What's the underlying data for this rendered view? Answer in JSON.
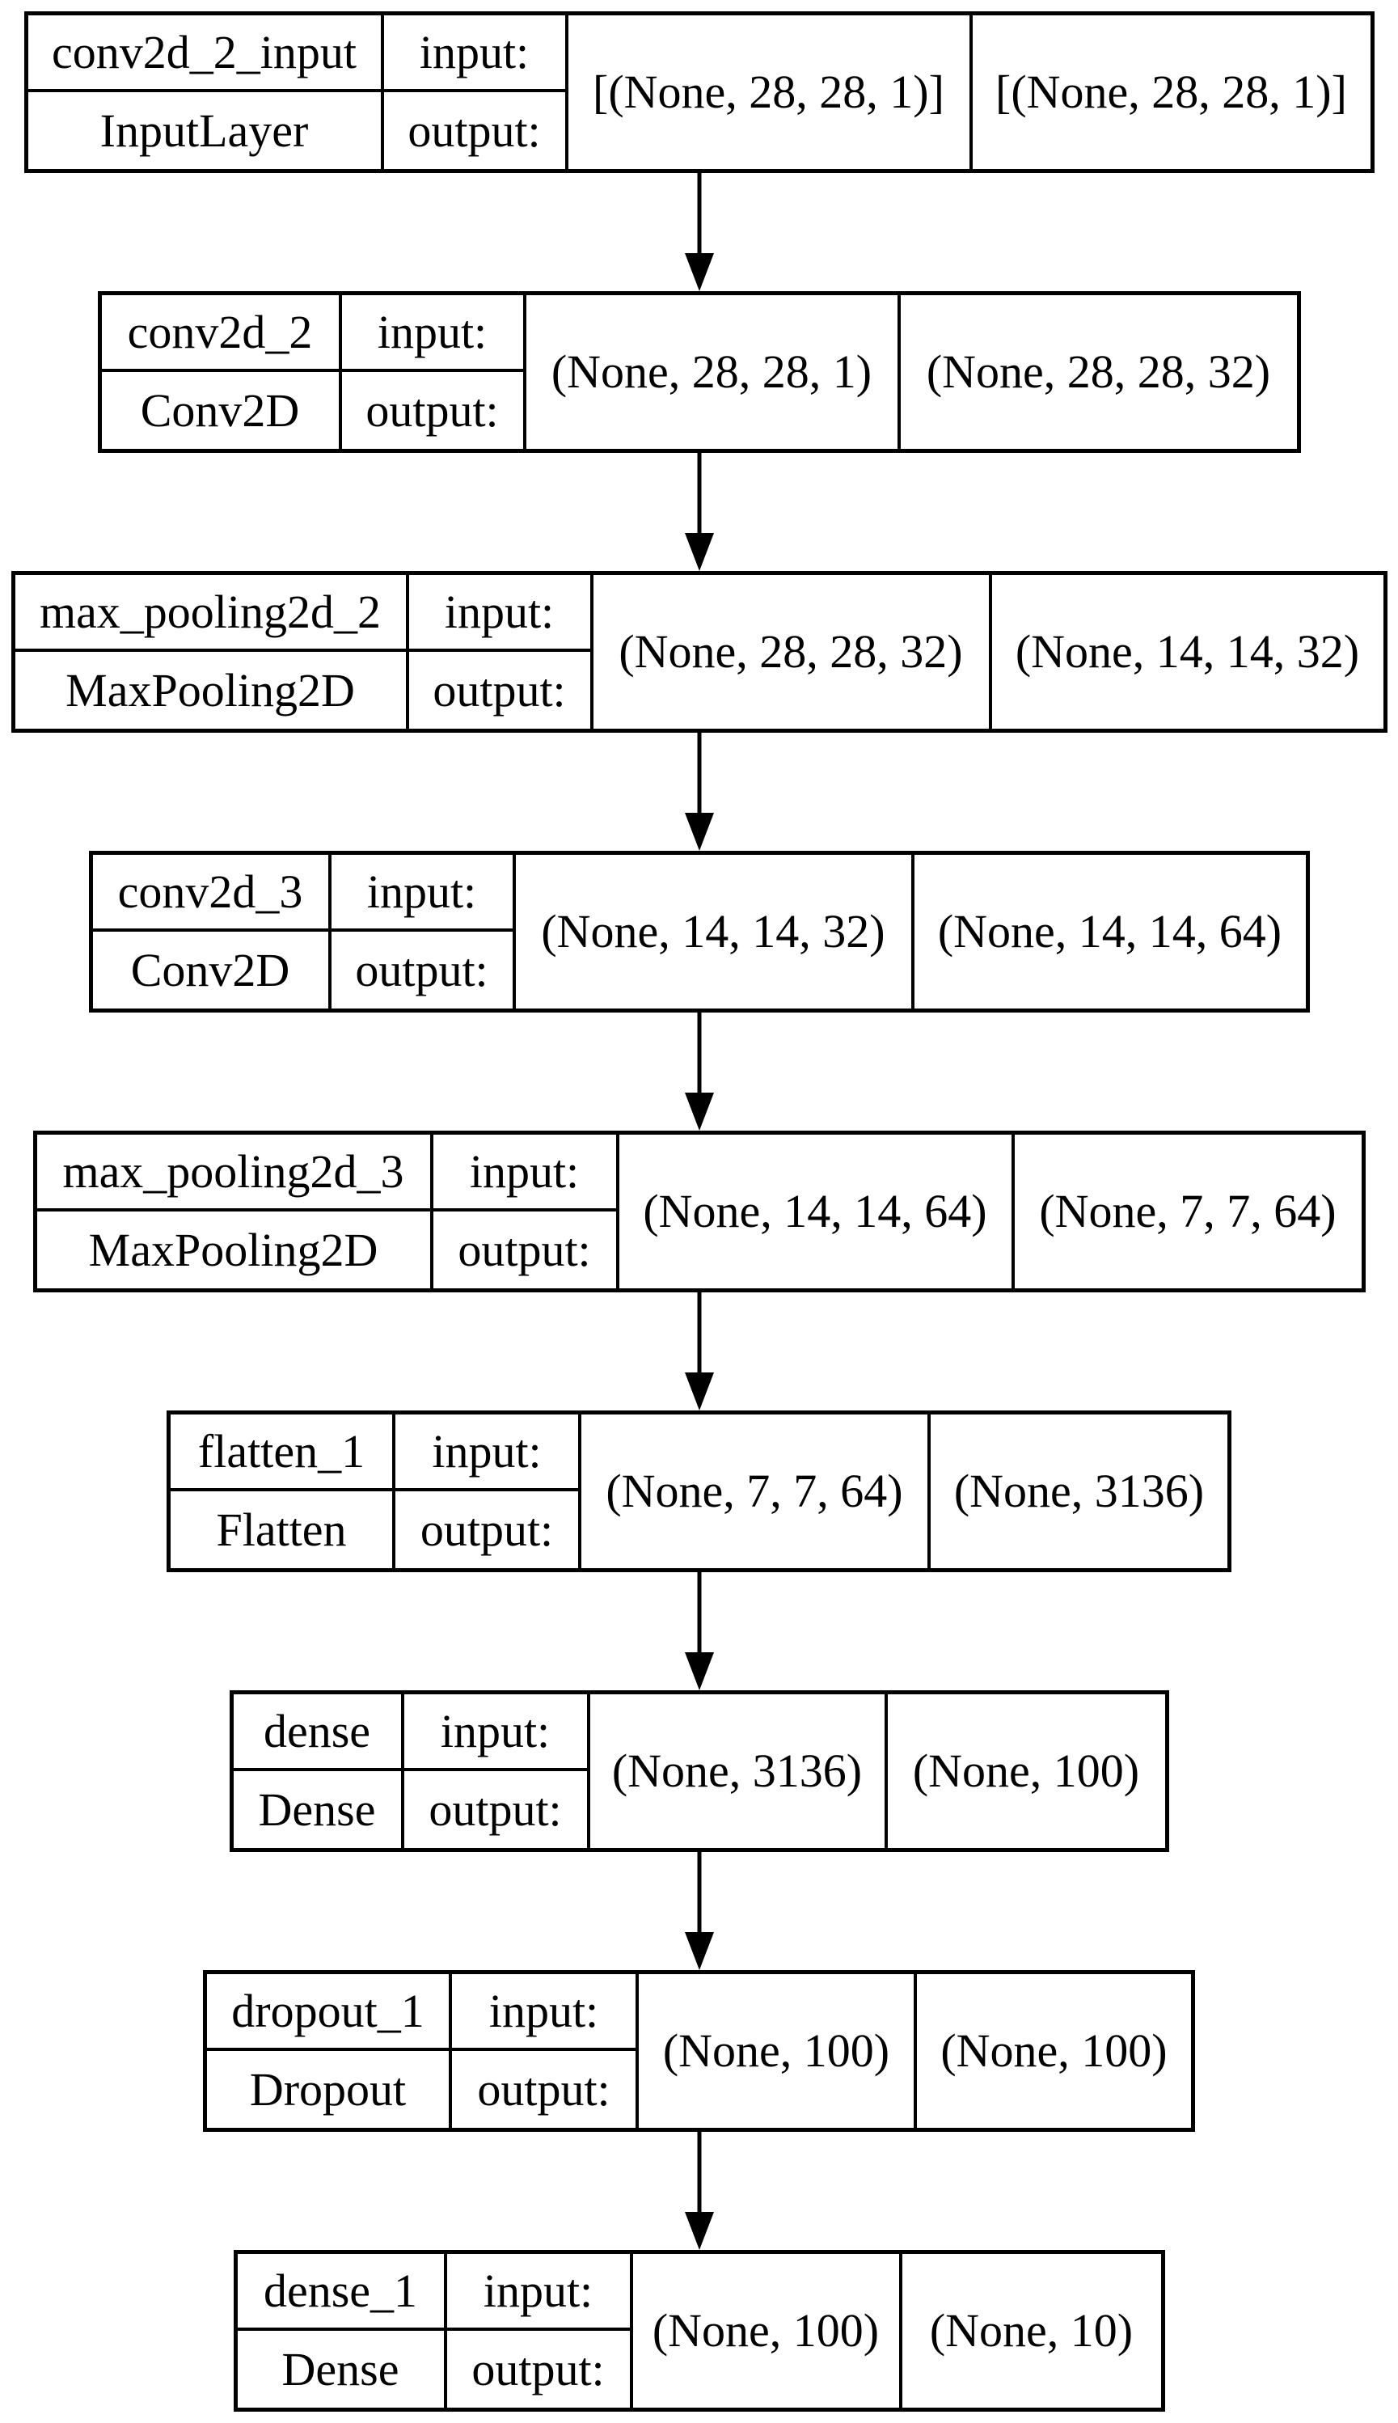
{
  "colors": {
    "background": "#ffffff",
    "line": "#000000",
    "text": "#000000"
  },
  "diagram_type": "keras-model-plot",
  "nodes": [
    {
      "name": "conv2d_2_input",
      "type": "InputLayer",
      "input_label": "input:",
      "output_label": "output:",
      "input_shape": "[(None, 28, 28, 1)]",
      "output_shape": "[(None, 28, 28, 1)]"
    },
    {
      "name": "conv2d_2",
      "type": "Conv2D",
      "input_label": "input:",
      "output_label": "output:",
      "input_shape": "(None, 28, 28, 1)",
      "output_shape": "(None, 28, 28, 32)"
    },
    {
      "name": "max_pooling2d_2",
      "type": "MaxPooling2D",
      "input_label": "input:",
      "output_label": "output:",
      "input_shape": "(None, 28, 28, 32)",
      "output_shape": "(None, 14, 14, 32)"
    },
    {
      "name": "conv2d_3",
      "type": "Conv2D",
      "input_label": "input:",
      "output_label": "output:",
      "input_shape": "(None, 14, 14, 32)",
      "output_shape": "(None, 14, 14, 64)"
    },
    {
      "name": "max_pooling2d_3",
      "type": "MaxPooling2D",
      "input_label": "input:",
      "output_label": "output:",
      "input_shape": "(None, 14, 14, 64)",
      "output_shape": "(None, 7, 7, 64)"
    },
    {
      "name": "flatten_1",
      "type": "Flatten",
      "input_label": "input:",
      "output_label": "output:",
      "input_shape": "(None, 7, 7, 64)",
      "output_shape": "(None, 3136)"
    },
    {
      "name": "dense",
      "type": "Dense",
      "input_label": "input:",
      "output_label": "output:",
      "input_shape": "(None, 3136)",
      "output_shape": "(None, 100)"
    },
    {
      "name": "dropout_1",
      "type": "Dropout",
      "input_label": "input:",
      "output_label": "output:",
      "input_shape": "(None, 100)",
      "output_shape": "(None, 100)"
    },
    {
      "name": "dense_1",
      "type": "Dense",
      "input_label": "input:",
      "output_label": "output:",
      "input_shape": "(None, 100)",
      "output_shape": "(None, 10)"
    }
  ],
  "edges": [
    {
      "from": "conv2d_2_input",
      "to": "conv2d_2"
    },
    {
      "from": "conv2d_2",
      "to": "max_pooling2d_2"
    },
    {
      "from": "max_pooling2d_2",
      "to": "conv2d_3"
    },
    {
      "from": "conv2d_3",
      "to": "max_pooling2d_3"
    },
    {
      "from": "max_pooling2d_3",
      "to": "flatten_1"
    },
    {
      "from": "flatten_1",
      "to": "dense"
    },
    {
      "from": "dense",
      "to": "dropout_1"
    },
    {
      "from": "dropout_1",
      "to": "dense_1"
    }
  ]
}
